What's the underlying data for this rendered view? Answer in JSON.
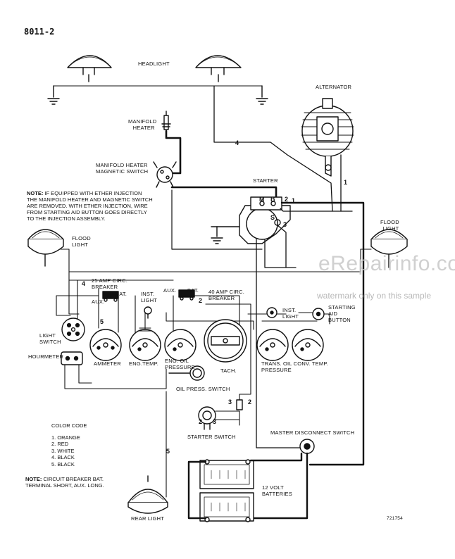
{
  "page_number": "8011-2",
  "drawing_number": "721754",
  "labels": {
    "headlight": "HEADLIGHT",
    "alternator": "ALTERNATOR",
    "manifold_heater": [
      "MANIFOLD",
      "HEATER"
    ],
    "manifold_heater_switch": [
      "MANIFOLD HEATER",
      "MAGNETIC SWITCH"
    ],
    "starter": "STARTER",
    "flood_light_left": [
      "FLOOD",
      "LIGHT"
    ],
    "flood_light_right": [
      "FLOOD",
      "LIGHT"
    ],
    "breaker_25": [
      "25 AMP CIRC.",
      "BREAKER"
    ],
    "breaker_40": [
      "40 AMP CIRC.",
      "BREAKER"
    ],
    "aux": "AUX.",
    "bat": "BAT.",
    "inst_light_left": [
      "INST.",
      "LIGHT"
    ],
    "inst_light_right": [
      "INST.",
      "LIGHT"
    ],
    "starting_aid_button": [
      "STARTING",
      "AID",
      "BUTTON"
    ],
    "light_switch": [
      "LIGHT",
      "SWITCH"
    ],
    "hourmeter": "HOURMETER",
    "ammeter": "AMMETER",
    "eng_temp": "ENG.TEMP.",
    "eng_oil_pressure": [
      "ENG. OIL",
      "PRESSURE"
    ],
    "tach": "TACH.",
    "trans_pressure": [
      "TRANS. OIL CONV. TEMP.",
      "PRESSURE"
    ],
    "oil_press_switch": "OIL PRESS. SWITCH",
    "starter_switch": "STARTER SWITCH",
    "master_disconnect": "MASTER DISCONNECT SWITCH",
    "batteries": [
      "12 VOLT",
      "BATTERIES"
    ],
    "rear_light": "REAR LIGHT"
  },
  "notes": {
    "ether_note": {
      "prefix": "NOTE:",
      "lines": [
        "IF EQUIPPED WITH ETHER INJECTION",
        "THE MANIFOLD HEATER AND MAGNETIC SWITCH",
        "ARE REMOVED. WITH ETHER INJECTION, WIRE",
        "FROM STARTING AID BUTTON GOES DIRECTLY",
        "TO THE INJECTION ASSEMBLY."
      ]
    },
    "breaker_note": {
      "prefix": "NOTE:",
      "lines": [
        "CIRCUIT BREAKER BAT.",
        "TERMINAL SHORT, AUX. LONG."
      ]
    }
  },
  "color_code": {
    "title": "COLOR CODE",
    "entries": [
      "1.  ORANGE",
      "2.  RED",
      "3.  WHITE",
      "4.  BLACK",
      "5.  BLACK"
    ]
  },
  "wire_numbers": {
    "w4_top": "4",
    "w1_alt": "1",
    "w2_start": "2",
    "w1_start": "1",
    "w3_start": "3",
    "w4_left": "4",
    "w5_light": "5",
    "w2_breaker": "2",
    "w3_ss": "3",
    "w2_ss": "2",
    "w2_ss_b": "2",
    "w3_ss_b": "3",
    "w5_rear": "5"
  },
  "terminal_letters": {
    "m": "M",
    "b": "B",
    "s": "S"
  },
  "watermark": {
    "main": "eRepairinfo.com",
    "sub": "watermark only on this sample"
  }
}
